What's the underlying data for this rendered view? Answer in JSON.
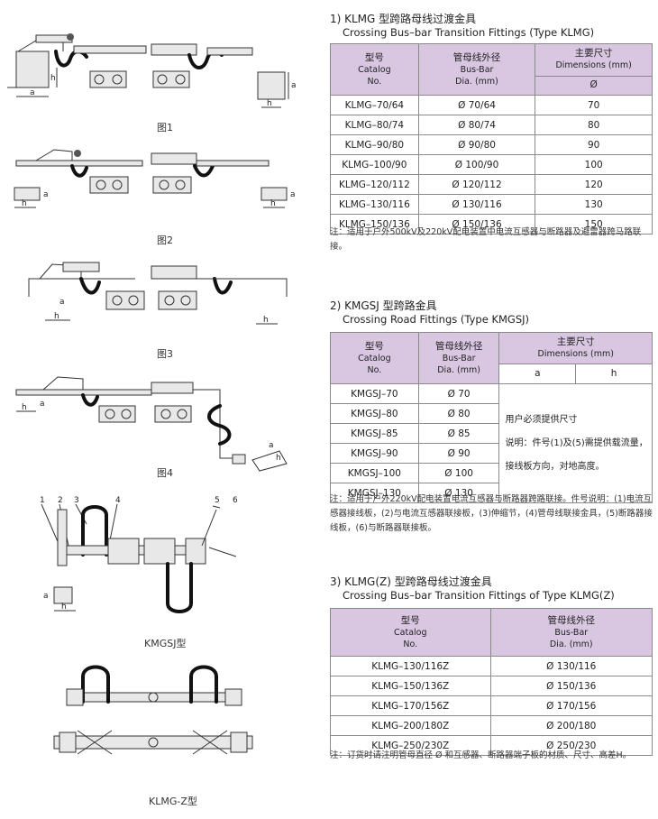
{
  "figures": {
    "fig1_caption": "图1",
    "fig2_caption": "图2",
    "fig3_caption": "图3",
    "fig4_caption": "图4",
    "kmgsj_caption": "KMGSJ型",
    "klmgz_caption": "KLMG-Z型",
    "dim_a": "a",
    "dim_h": "h",
    "callout_1": "1",
    "callout_2": "2",
    "callout_3": "3",
    "callout_4": "4",
    "callout_5": "5",
    "callout_6": "6"
  },
  "section1": {
    "title": "1) KLMG 型跨路母线过渡金具",
    "subtitle": "Crossing Bus–bar Transition Fittings (Type KLMG)",
    "headers": {
      "model_cn": "型号",
      "model_en1": "Catalog",
      "model_en2": "No.",
      "dia_cn": "管母线外径",
      "dia_en1": "Bus-Bar",
      "dia_en2": "Dia. (mm)",
      "dim_cn": "主要尺寸",
      "dim_en": "Dimensions (mm)",
      "dim_sub": "Ø"
    },
    "rows": [
      {
        "model": "KLMG–70/64",
        "dia": "Ø 70/64",
        "dim": "70"
      },
      {
        "model": "KLMG–80/74",
        "dia": "Ø 80/74",
        "dim": "80"
      },
      {
        "model": "KLMG–90/80",
        "dia": "Ø 90/80",
        "dim": "90"
      },
      {
        "model": "KLMG–100/90",
        "dia": "Ø 100/90",
        "dim": "100"
      },
      {
        "model": "KLMG–120/112",
        "dia": "Ø 120/112",
        "dim": "120"
      },
      {
        "model": "KLMG–130/116",
        "dia": "Ø 130/116",
        "dim": "130"
      },
      {
        "model": "KLMG–150/136",
        "dia": "Ø 150/136",
        "dim": "150"
      }
    ],
    "note": "注：适用于户外500kV及220kV配电装置中电流互感器与断路器及避雷器跨马路联接。"
  },
  "section2": {
    "title": "2) KMGSJ 型跨路金具",
    "subtitle": "Crossing Road Fittings (Type KMGSJ)",
    "headers": {
      "model_cn": "型号",
      "model_en1": "Catalog",
      "model_en2": "No.",
      "dia_cn": "管母线外径",
      "dia_en1": "Bus-Bar",
      "dia_en2": "Dia. (mm)",
      "dim_cn": "主要尺寸",
      "dim_en": "Dimensions (mm)",
      "dim_a": "a",
      "dim_h": "h"
    },
    "rows": [
      {
        "model": "KMGSJ–70",
        "dia": "Ø 70"
      },
      {
        "model": "KMGSJ–80",
        "dia": "Ø 80"
      },
      {
        "model": "KMGSJ–85",
        "dia": "Ø 85"
      },
      {
        "model": "KMGSJ–90",
        "dia": "Ø 90"
      },
      {
        "model": "KMGSJ–100",
        "dia": "Ø 100"
      },
      {
        "model": "KMGSJ–130",
        "dia": "Ø 130"
      }
    ],
    "merged_line1": "用户必须提供尺寸",
    "merged_line2": "说明：件号(1)及(5)需提供载流量，",
    "merged_line3": "接线板方向，对地高度。",
    "note_line1": "注：适用于户外220kV配电装置电流互感器与断路器跨路联接。件号说明：(1)电流互",
    "note_line2": "感器接线板，(2)与电流互感器联接板，(3)伸缩节，(4)管母线联接金具，(5)断路器接",
    "note_line3": "线板，(6)与断路器联接板。"
  },
  "section3": {
    "title": "3) KLMG(Z) 型跨路母线过渡金具",
    "subtitle": "Crossing Bus–bar Transition Fittings of Type KLMG(Z)",
    "headers": {
      "model_cn": "型号",
      "model_en1": "Catalog",
      "model_en2": "No.",
      "dia_cn": "管母线外径",
      "dia_en1": "Bus-Bar",
      "dia_en2": "Dia. (mm)"
    },
    "rows": [
      {
        "model": "KLMG–130/116Z",
        "dia": "Ø 130/116"
      },
      {
        "model": "KLMG–150/136Z",
        "dia": "Ø 150/136"
      },
      {
        "model": "KLMG–170/156Z",
        "dia": "Ø 170/156"
      },
      {
        "model": "KLMG–200/180Z",
        "dia": "Ø 200/180"
      },
      {
        "model": "KLMG–250/230Z",
        "dia": "Ø 250/230"
      }
    ],
    "note": "注：订货时请注明管母直径 Ø 和互感器、断路器端子板的材质、尺寸、高差H。"
  }
}
